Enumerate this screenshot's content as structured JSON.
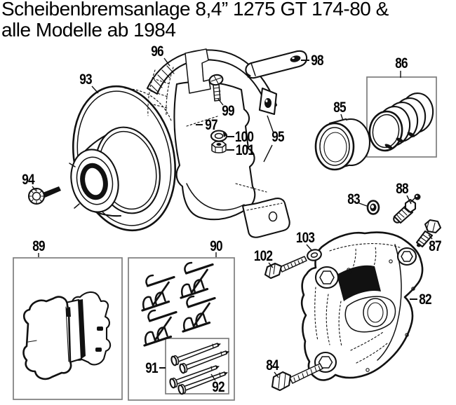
{
  "title": {
    "line1": "Scheibenbremsanlage 8,4” 1275 GT 174-80 &",
    "line2": "alle Modelle ab 1984"
  },
  "colors": {
    "line_art": "#111111",
    "box_border": "#7d7d7d",
    "background": "#ffffff"
  },
  "part_labels": {
    "82": "82",
    "83": "83",
    "84": "84",
    "85": "85",
    "86": "86",
    "87": "87",
    "88": "88",
    "89": "89",
    "90": "90",
    "91": "91",
    "92": "92",
    "93": "93",
    "94": "94",
    "95": "95",
    "96": "96",
    "97": "97",
    "98": "98",
    "99": "99",
    "100": "100",
    "101": "101",
    "102": "102",
    "103": "103"
  }
}
